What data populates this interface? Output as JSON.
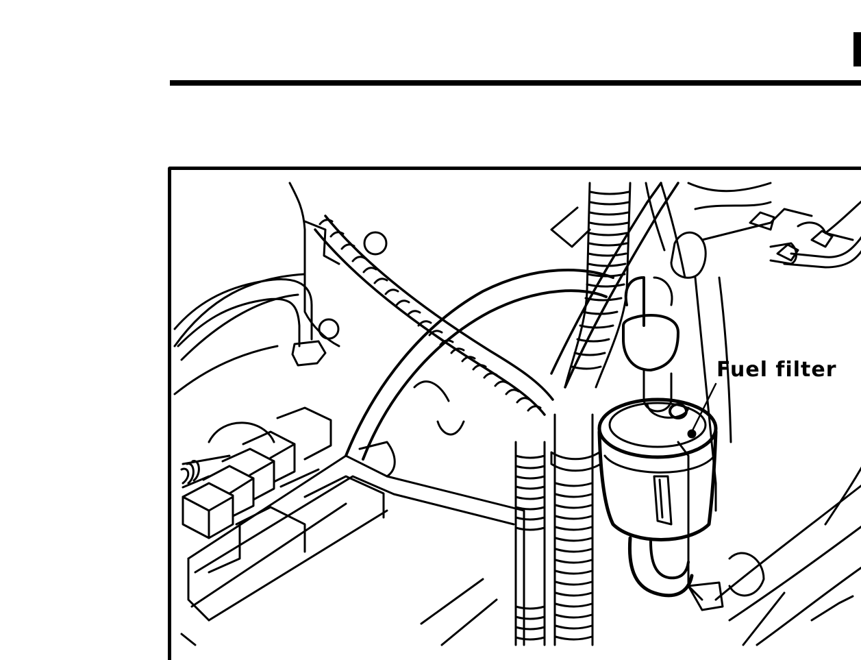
{
  "page": {
    "type": "service-manual-illustration",
    "background_color": "#ffffff",
    "ink_color": "#000000"
  },
  "figure": {
    "subject": "engine compartment line drawing",
    "callouts": [
      {
        "label": "Fuel filter",
        "target": "fuel-filter"
      }
    ]
  }
}
